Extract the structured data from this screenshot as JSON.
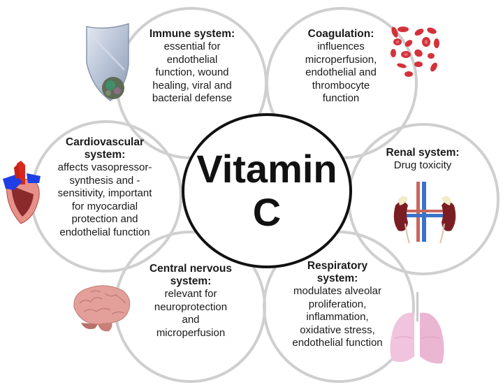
{
  "center": {
    "line1": "Vitamin",
    "line2": "C"
  },
  "nodes": [
    {
      "id": "immune",
      "title": "Immune system:",
      "body_lines": [
        "essential for",
        "endothelial",
        "function, wound",
        "healing, viral  and",
        "bacterial defense"
      ],
      "icon": "shield-icon"
    },
    {
      "id": "coagulation",
      "title": "Coagulation:",
      "body_lines": [
        "influences",
        "microperfusion,",
        "endothelial and",
        "thrombocyte",
        "function"
      ],
      "icon": "red-blood-cells-icon"
    },
    {
      "id": "cardiovascular",
      "title_lines": [
        "Cardiovascular",
        "system:"
      ],
      "body_lines": [
        "affects vasopressor-",
        "synthesis and -",
        "sensitivity, important",
        "for myocardial",
        "protection and",
        "endothelial function"
      ],
      "icon": "heart-icon"
    },
    {
      "id": "renal",
      "title": "Renal system:",
      "body_lines": [
        "Drug toxicity"
      ],
      "icon": "kidneys-icon"
    },
    {
      "id": "cns",
      "title_lines": [
        "Central nervous",
        "system:"
      ],
      "body_lines": [
        "relevant for",
        "neuroprotection",
        "and",
        "microperfusion"
      ],
      "icon": "brain-icon"
    },
    {
      "id": "respiratory",
      "title_lines": [
        "Respiratory",
        "system:"
      ],
      "body_lines": [
        "modulates alveolar",
        "proliferation,",
        "inflammation,",
        "oxidative stress,",
        "endothelial function"
      ],
      "icon": "lungs-icon"
    }
  ],
  "colors": {
    "circle_outline": "#cfcfcf",
    "center_outline": "#111111",
    "text": "#1a1a1a",
    "blood_red": "#d4323b",
    "heart_red": "#d9281e",
    "heart_blue": "#1e3ee6",
    "brain_pink": "#e3a09a",
    "lung_pink": "#f0c4dc",
    "kidney": "#7a1e24"
  }
}
